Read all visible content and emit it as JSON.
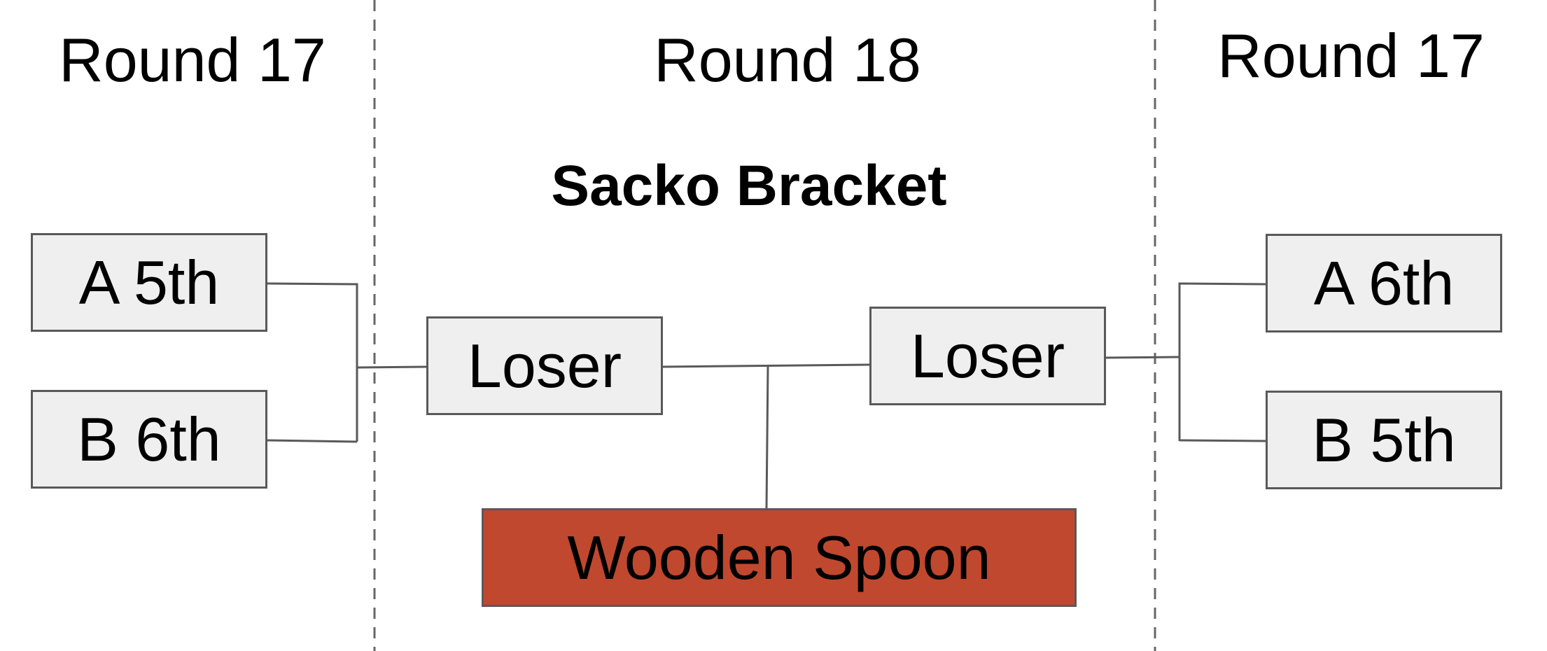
{
  "rounds": {
    "left": "Round 17",
    "center": "Round 18",
    "right": "Round 17"
  },
  "bracket_title": "Sacko Bracket",
  "teams": {
    "a5": "A 5th",
    "b6": "B 6th",
    "a6": "A 6th",
    "b5": "B 5th"
  },
  "losers": {
    "left": "Loser",
    "right": "Loser"
  },
  "final": "Wooden Spoon",
  "colors": {
    "box_fill": "#efefef",
    "box_border": "#595959",
    "final_fill": "#c0482e",
    "connector": "#595959",
    "divider": "#666666"
  }
}
